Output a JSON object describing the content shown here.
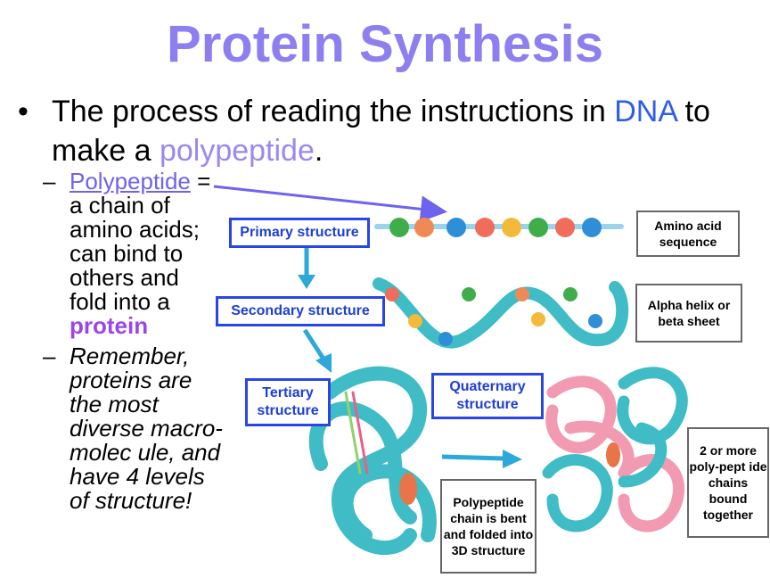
{
  "title": "Protein Synthesis",
  "bullet": {
    "marker": "•",
    "prefix": "The process of reading the instructions in ",
    "dna": "DNA",
    "middle": " to make a ",
    "polypeptide": "polypeptide",
    "suffix": "."
  },
  "sub1": {
    "dash": "–",
    "link": "Polypeptide",
    "text": "= a chain of amino acids; can bind to others and fold into a",
    "protein": "protein"
  },
  "sub2": {
    "dash": "–",
    "text": "Remember, proteins are the most diverse macro-molec ule, and have 4 levels of structure!"
  },
  "diagram": {
    "primary": "Primary structure",
    "secondary": "Secondary structure",
    "tertiary": "Tertiary structure",
    "quaternary": "Quaternary structure",
    "amino": "Amino acid sequence",
    "alpha": "Alpha helix or beta sheet",
    "chain": "Polypeptide chain is bent and folded into 3D structure",
    "bound": "2 or more poly-pept ide chains bound together"
  },
  "colors": {
    "title": "#8e7ff0",
    "dna": "#2f5de8",
    "polypeptide": "#9a89ee",
    "protein": "#9b46e8",
    "box_border": "#2a45e6",
    "teal": "#3fbcc6",
    "pink": "#f29ab2"
  }
}
